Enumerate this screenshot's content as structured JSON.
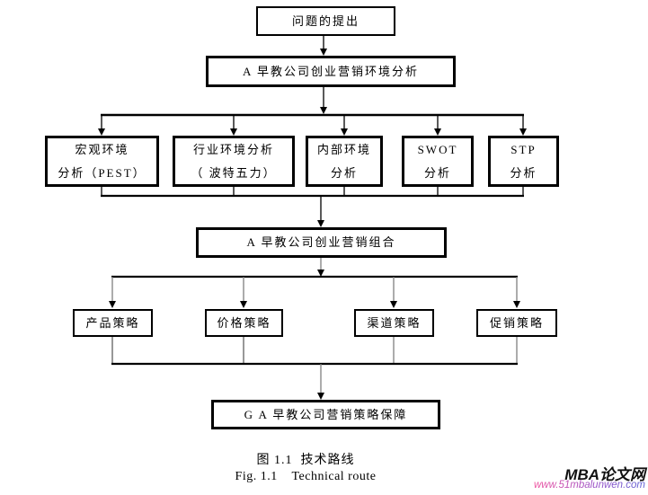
{
  "diagram": {
    "caption_cn": "图 1.1  技术路线",
    "caption_en": "Fig. 1.1    Technical route",
    "nodes": {
      "problem": {
        "label": "问题的提出"
      },
      "env": {
        "label": "A 早教公司创业营销环境分析"
      },
      "analysis": [
        {
          "line1": "宏观环境",
          "line2": "分析（PEST）"
        },
        {
          "line1": "行业环境分析",
          "line2": "（ 波特五力）"
        },
        {
          "line1": "内部环境",
          "line2": "分析"
        },
        {
          "line1": "SWOT",
          "line2": "分析"
        },
        {
          "line1": "STP",
          "line2": "分析"
        }
      ],
      "mix": {
        "label": "A 早教公司创业营销组合"
      },
      "strategies": [
        {
          "label": "产品策略"
        },
        {
          "label": "价格策略"
        },
        {
          "label": "渠道策略"
        },
        {
          "label": "促销策略"
        }
      ],
      "guarantee": {
        "label": "G A 早教公司营销策略保障"
      }
    }
  },
  "watermark": {
    "site": "MBA论文网",
    "url": "www.51mbalunwen.com"
  },
  "colors": {
    "line_black": "#000000",
    "line_gray": "#808080",
    "url_gradient_start": "#f0509e",
    "url_gradient_end": "#5f62d4"
  }
}
